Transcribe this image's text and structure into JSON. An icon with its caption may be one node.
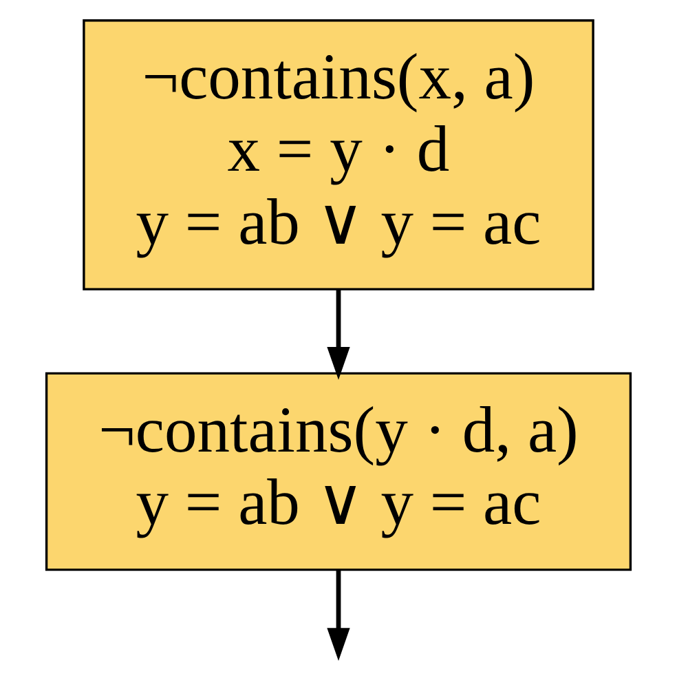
{
  "diagram": {
    "nodes": [
      {
        "text": [
          "¬contains(x, a)",
          "x = y · d",
          "y = ab ∨ y = ac"
        ]
      },
      {
        "text": [
          "¬contains(y · d, a)",
          "y = ab ∨ y = ac"
        ]
      }
    ],
    "edges": [
      {
        "from": 0,
        "to": 1,
        "arrow": "to"
      },
      {
        "from": 1,
        "to": null,
        "arrow": "to"
      }
    ]
  }
}
